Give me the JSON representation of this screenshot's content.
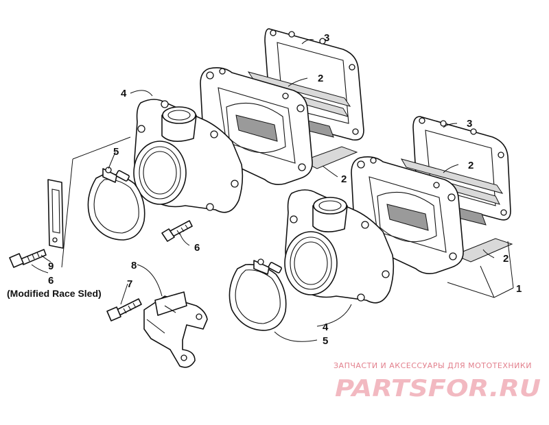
{
  "callouts": {
    "c1": "1",
    "c2a": "2",
    "c2b": "2",
    "c2c": "2",
    "c2d": "2",
    "c3a": "3",
    "c3b": "3",
    "c4a": "4",
    "c4b": "4",
    "c5a": "5",
    "c5b": "5",
    "c6a": "6",
    "c6b": "6",
    "c7": "7",
    "c8": "8",
    "c9": "9"
  },
  "note": "(Modified Race Sled)",
  "watermark": {
    "tagline": "ЗАПЧАСТИ И АКСЕССУАРЫ ДЛЯ МОТОТЕХНИКИ",
    "logo": "PARTSFOR.RU"
  }
}
